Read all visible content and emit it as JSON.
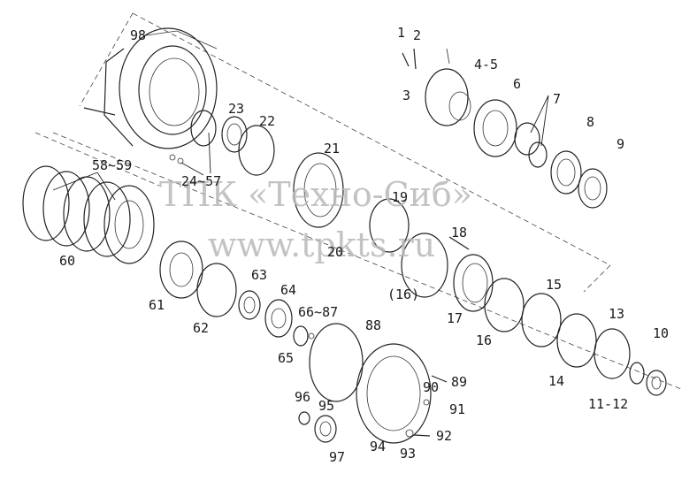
{
  "watermark": {
    "line1": "ТПК «Техно-Сиб»",
    "line2": "www.tpkts.ru"
  },
  "labels": {
    "l1": "1",
    "l2": "2",
    "l3": "3",
    "l4_5": "4-5",
    "l6": "6",
    "l7": "7",
    "l8": "8",
    "l9": "9",
    "l10": "10",
    "l11_12": "11-12",
    "l13": "13",
    "l14": "14",
    "l15": "15",
    "l16": "16",
    "l16p": "(16)",
    "l17": "17",
    "l18": "18",
    "l19": "19",
    "l20": "20",
    "l21": "21",
    "l22": "22",
    "l23": "23",
    "l24_57": "24~57",
    "l58_59": "58~59",
    "l60": "60",
    "l61": "61",
    "l62": "62",
    "l63": "63",
    "l64": "64",
    "l65": "65",
    "l66_87": "66~87",
    "l88": "88",
    "l89": "89",
    "l90": "90",
    "l91": "91",
    "l92": "92",
    "l93": "93",
    "l94": "94",
    "l95": "95",
    "l96": "96",
    "l97": "97",
    "l98": "98"
  },
  "colors": {
    "ink": "#222222",
    "watermark": "#b9b9b9",
    "background": "#ffffff"
  }
}
